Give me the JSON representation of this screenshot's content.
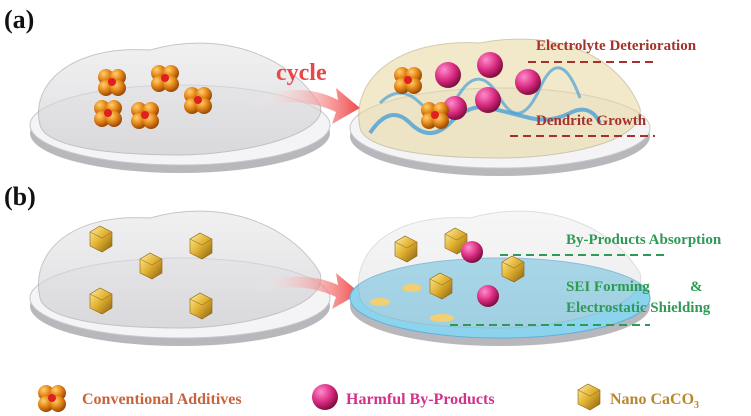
{
  "panels": {
    "a": {
      "label": "(a)",
      "arrow_text": "cycle",
      "annotations": [
        "Electrolyte Deterioration",
        "Dendrite Growth"
      ]
    },
    "b": {
      "label": "(b)",
      "annotations": [
        "By-Products Absorption",
        "SEI Forming",
        "&",
        "Electrostatic Shielding"
      ]
    }
  },
  "legend": [
    {
      "label": "Conventional Additives",
      "icon": "orange-additive-cluster-icon",
      "color": "#c8643c"
    },
    {
      "label": "Harmful By-Products",
      "icon": "pink-sphere-icon",
      "color": "#d4308c"
    },
    {
      "label": "Nano CaCO",
      "subscript": "3",
      "icon": "gold-cube-icon",
      "color": "#b8882c"
    }
  ],
  "colors": {
    "annotation_a": "#a5322a",
    "annotation_b": "#2f9a55",
    "arrow": "#f05050"
  }
}
